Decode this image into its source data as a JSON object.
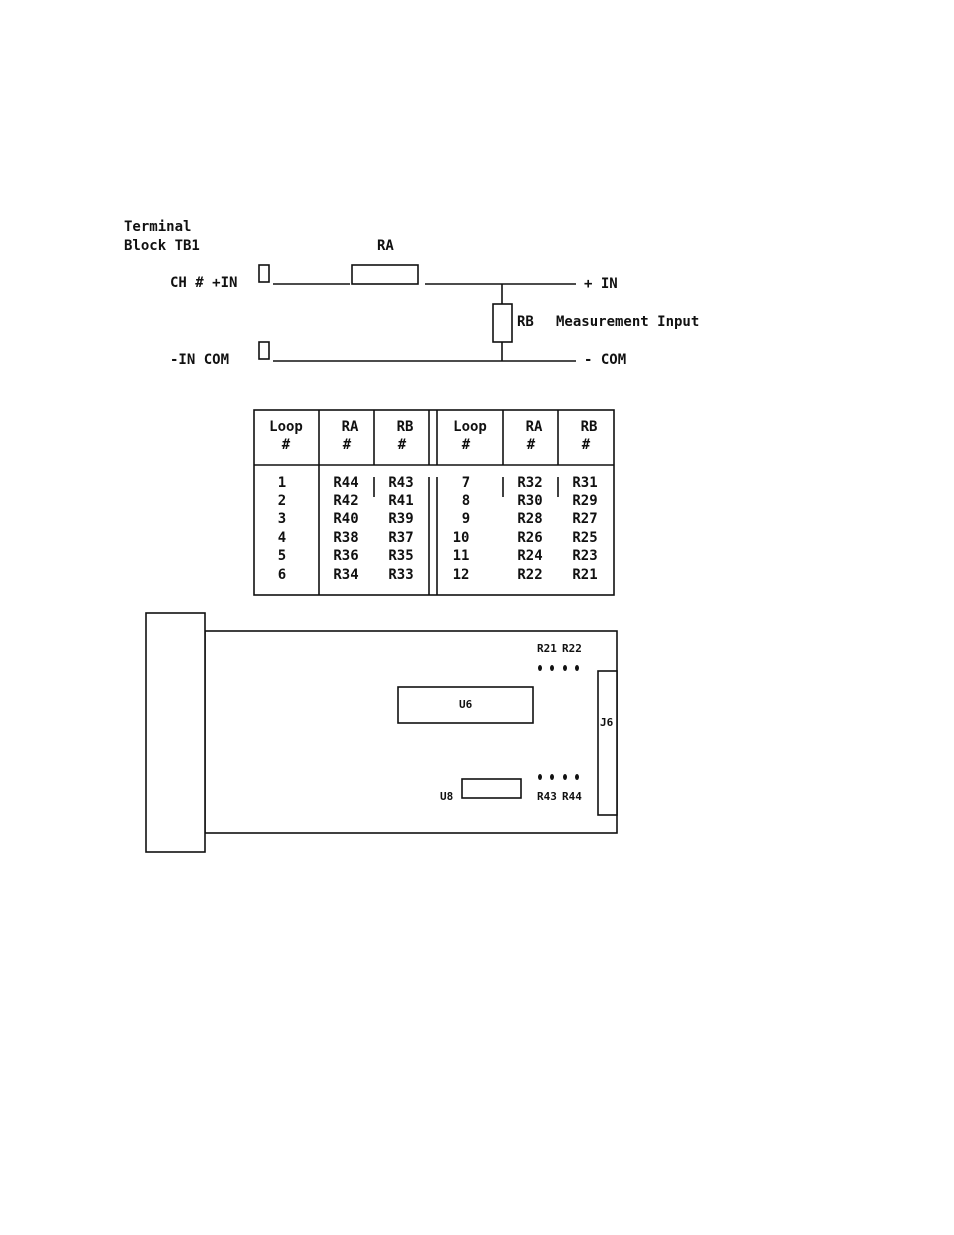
{
  "circuit": {
    "terminal_label_line1": "Terminal",
    "terminal_label_line2": "Block TB1",
    "ra_label": "RA",
    "rb_label": "RB",
    "measurement_label": "Measurement Input",
    "ch_in_label": "CH # +IN",
    "in_com_label": "-IN COM",
    "plus_in_label": "+ IN",
    "minus_com_label": "- COM"
  },
  "table": {
    "headers": [
      {
        "top": "Loop",
        "bottom": "#"
      },
      {
        "top": "RA",
        "bottom": "#"
      },
      {
        "top": "RB",
        "bottom": "#"
      },
      {
        "top": "Loop",
        "bottom": "#"
      },
      {
        "top": "RA",
        "bottom": "#"
      },
      {
        "top": "RB",
        "bottom": "#"
      }
    ],
    "rows": [
      [
        "1",
        "R44",
        "R43",
        "7",
        "R32",
        "R31"
      ],
      [
        "2",
        "R42",
        "R41",
        "8",
        "R30",
        "R29"
      ],
      [
        "3",
        "R40",
        "R39",
        "9",
        "R28",
        "R27"
      ],
      [
        "4",
        "R38",
        "R37",
        "10",
        "R26",
        "R25"
      ],
      [
        "5",
        "R36",
        "R35",
        "11",
        "R24",
        "R23"
      ],
      [
        "6",
        "R34",
        "R33",
        "12",
        "R22",
        "R21"
      ]
    ]
  },
  "board": {
    "r21_label": "R21",
    "r22_label": "R22",
    "u6_label": "U6",
    "j6_label": "J6",
    "u8_label": "U8",
    "r43_label": "R43",
    "r44_label": "R44"
  }
}
